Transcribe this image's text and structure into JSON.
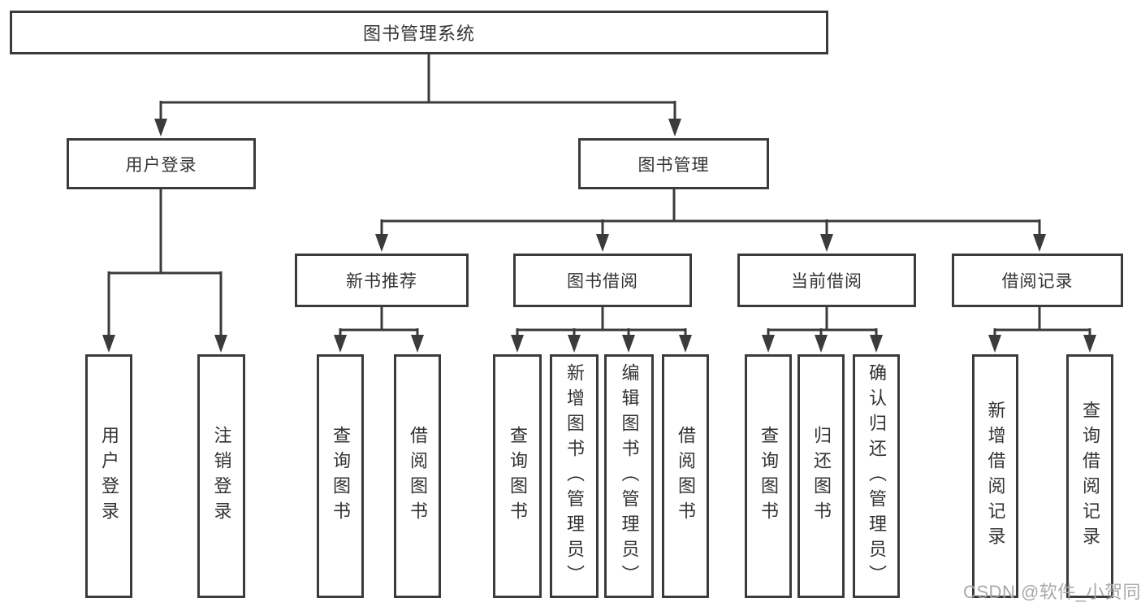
{
  "diagram": {
    "title_node": "图书管理系统",
    "root": {
      "label": "图书管理系统"
    },
    "level2": [
      {
        "label": "用户登录"
      },
      {
        "label": "图书管理"
      }
    ],
    "level3": [
      {
        "label": "新书推荐"
      },
      {
        "label": "图书借阅"
      },
      {
        "label": "当前借阅"
      },
      {
        "label": "借阅记录"
      }
    ],
    "leaves": {
      "user_login": [
        {
          "label": "用户登录"
        },
        {
          "label": "注销登录"
        }
      ],
      "new_book": [
        {
          "label": "查询图书"
        },
        {
          "label": "借阅图书"
        }
      ],
      "borrow": [
        {
          "label": "查询图书"
        },
        {
          "label": "新增图书（管理员）"
        },
        {
          "label": "编辑图书（管理员）"
        },
        {
          "label": "借阅图书"
        }
      ],
      "current": [
        {
          "label": "查询图书"
        },
        {
          "label": "归还图书"
        },
        {
          "label": "确认归还（管理员）"
        }
      ],
      "record": [
        {
          "label": "新增借阅记录"
        },
        {
          "label": "查询借阅记录"
        }
      ]
    }
  },
  "watermark": {
    "text": "CSDN @软件_小贺同学"
  },
  "colors": {
    "line": "#3b3b3b",
    "box_border": "#3b3b3b",
    "box_background": "#ffffff",
    "text": "#333333",
    "watermark": "#a8a8a8"
  }
}
